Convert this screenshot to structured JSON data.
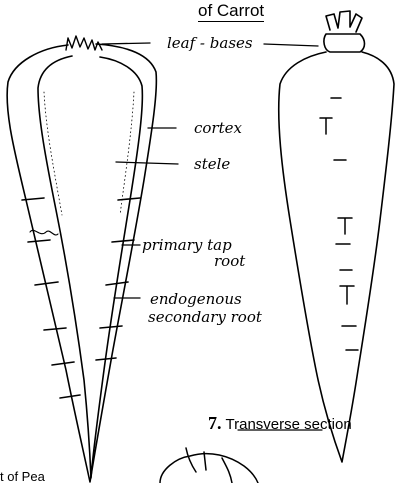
{
  "header": {
    "title_fragment": "of Carrot"
  },
  "labels": {
    "leaf_bases": "leaf - bases",
    "cortex": "cortex",
    "stele": "stele",
    "primary_tap_root_line1": "primary tap",
    "primary_tap_root_line2": "root",
    "endogenous_line1": "endogenous",
    "endogenous_line2": "secondary root"
  },
  "section7": {
    "number": "7.",
    "title": "Transverse section"
  },
  "footer_fragment": "t of Pea"
}
